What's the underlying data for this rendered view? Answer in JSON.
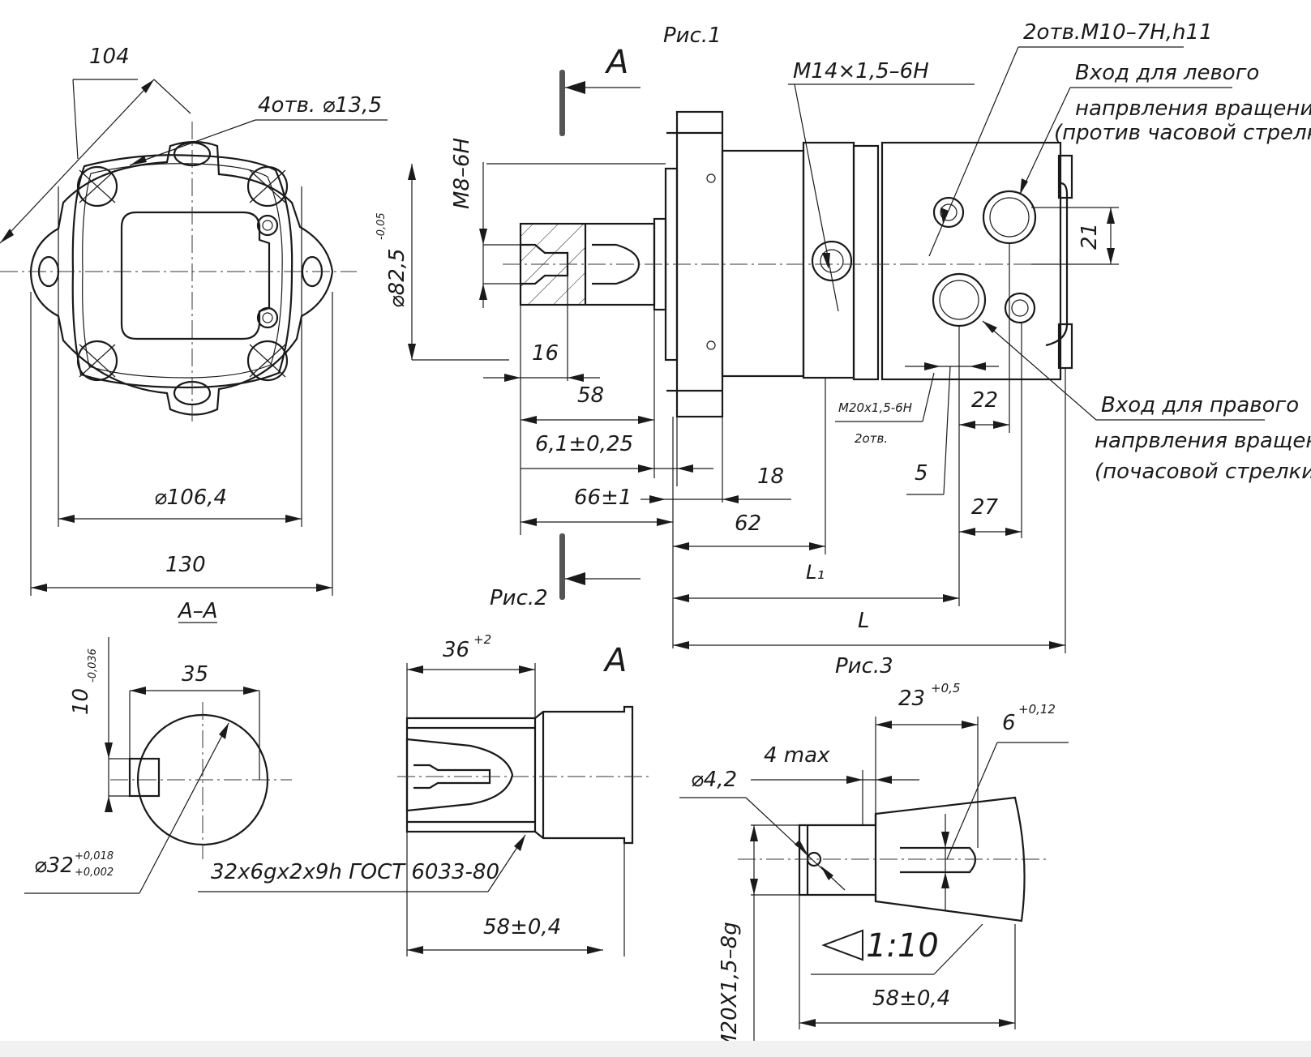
{
  "figures": {
    "fig1": "Рис.1",
    "fig2": "Рис.2",
    "fig3": "Рис.3",
    "view_marker": "А",
    "section_label": "А–А"
  },
  "dimensions": {
    "d104": "104",
    "holes_4": "4отв. ⌀13,5",
    "d106": "⌀106,4",
    "d130": "130",
    "m8": "M8–6H",
    "d82_5": "⌀82,5",
    "d82_5_tol": "-0,05",
    "d16": "16",
    "d58_top": "58",
    "d6_1": "6,1±0,25",
    "d66": "66±1",
    "d18": "18",
    "d62": "62",
    "l1": "L₁",
    "l": "L",
    "m14": "M14×1,5–6H",
    "holes_m10": "2отв.M10–7H,h11",
    "m20_ports": "M20x1,5-6H",
    "two_holes": "2отв.",
    "d21": "21",
    "d22": "22",
    "d5": "5",
    "d27": "27",
    "d10": "10",
    "d10_tol": "-0,036",
    "d35": "35",
    "d32": "⌀32",
    "d32_tol_up": "+0,018",
    "d32_tol_dn": "+0,002",
    "d36": "36",
    "d36_tol": "+2",
    "spline": "32x6gx2x9h ГОСТ 6033-80",
    "d58_spline": "58±0,4",
    "d23": "23",
    "d23_tol": "+0,5",
    "d6": "6",
    "d6_tol": "+0,12",
    "d4_max": "4 max",
    "d4_2": "⌀4,2",
    "taper": "1:10",
    "m20_shaft": "M20X1,5–8g",
    "d58_taper": "58±0,4"
  },
  "notes": {
    "left_in_1": "Вход для левого",
    "left_in_2": "напрвления вращения",
    "left_in_3": "(против часовой стрелки)",
    "right_in_1": "Вход для правого",
    "right_in_2": "напрвления вращения",
    "right_in_3": "(почасовой стрелки)"
  }
}
